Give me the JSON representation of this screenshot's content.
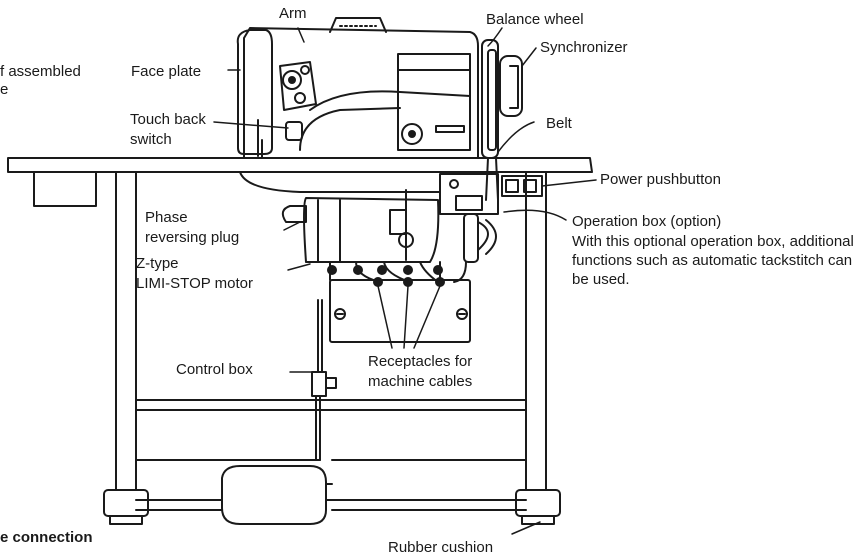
{
  "labels": {
    "assembled_1": "f assembled",
    "assembled_2": "e",
    "face_plate": "Face plate",
    "arm": "Arm",
    "balance_wheel": "Balance wheel",
    "synchronizer": "Synchronizer",
    "touch_back_switch_1": "Touch back",
    "touch_back_switch_2": "switch",
    "belt": "Belt",
    "power_pushbutton": "Power pushbutton",
    "phase_reversing_plug_1": "Phase",
    "phase_reversing_plug_2": "reversing plug",
    "operation_box_title": "Operation box (option)",
    "operation_box_desc": "With this optional operation box, additional functions such as automatic tackstitch can be used.",
    "motor_1": "Z-type",
    "motor_2": "LIMI-STOP motor",
    "control_box": "Control box",
    "receptacles_1": "Receptacles for",
    "receptacles_2": "machine cables",
    "connection": "e connection",
    "rubber_cushion": "Rubber cushion"
  },
  "colors": {
    "line": "#1a1a1a",
    "background": "#ffffff"
  }
}
